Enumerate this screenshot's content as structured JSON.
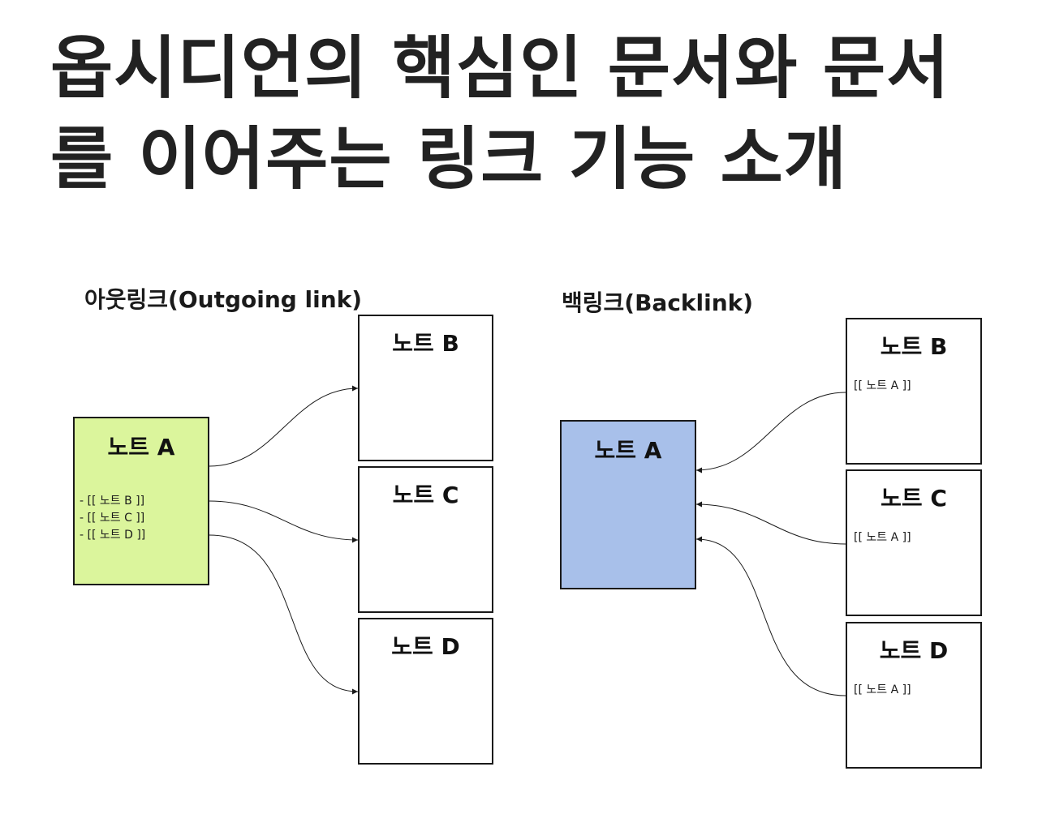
{
  "title": {
    "line1": "옵시디언의 핵심인 문서와 문서",
    "line2": "를 이어주는 링크 기능 소개"
  },
  "outgoing": {
    "label": "아웃링크(Outgoing link)",
    "source": {
      "title": "노트 A",
      "links": [
        "- [[ 노트 B ]]",
        "- [[ 노트 C ]]",
        "- [[ 노트 D ]]"
      ],
      "color": "#dbf59c"
    },
    "targets": [
      {
        "title": "노트 B"
      },
      {
        "title": "노트 C"
      },
      {
        "title": "노트 D"
      }
    ]
  },
  "backlink": {
    "label": "백링크(Backlink)",
    "target": {
      "title": "노트 A",
      "color": "#a8c0ea"
    },
    "sources": [
      {
        "title": "노트 B",
        "link": "[[ 노트 A ]]"
      },
      {
        "title": "노트 C",
        "link": "[[ 노트 A ]]"
      },
      {
        "title": "노트 D",
        "link": "[[ 노트 A ]]"
      }
    ]
  }
}
